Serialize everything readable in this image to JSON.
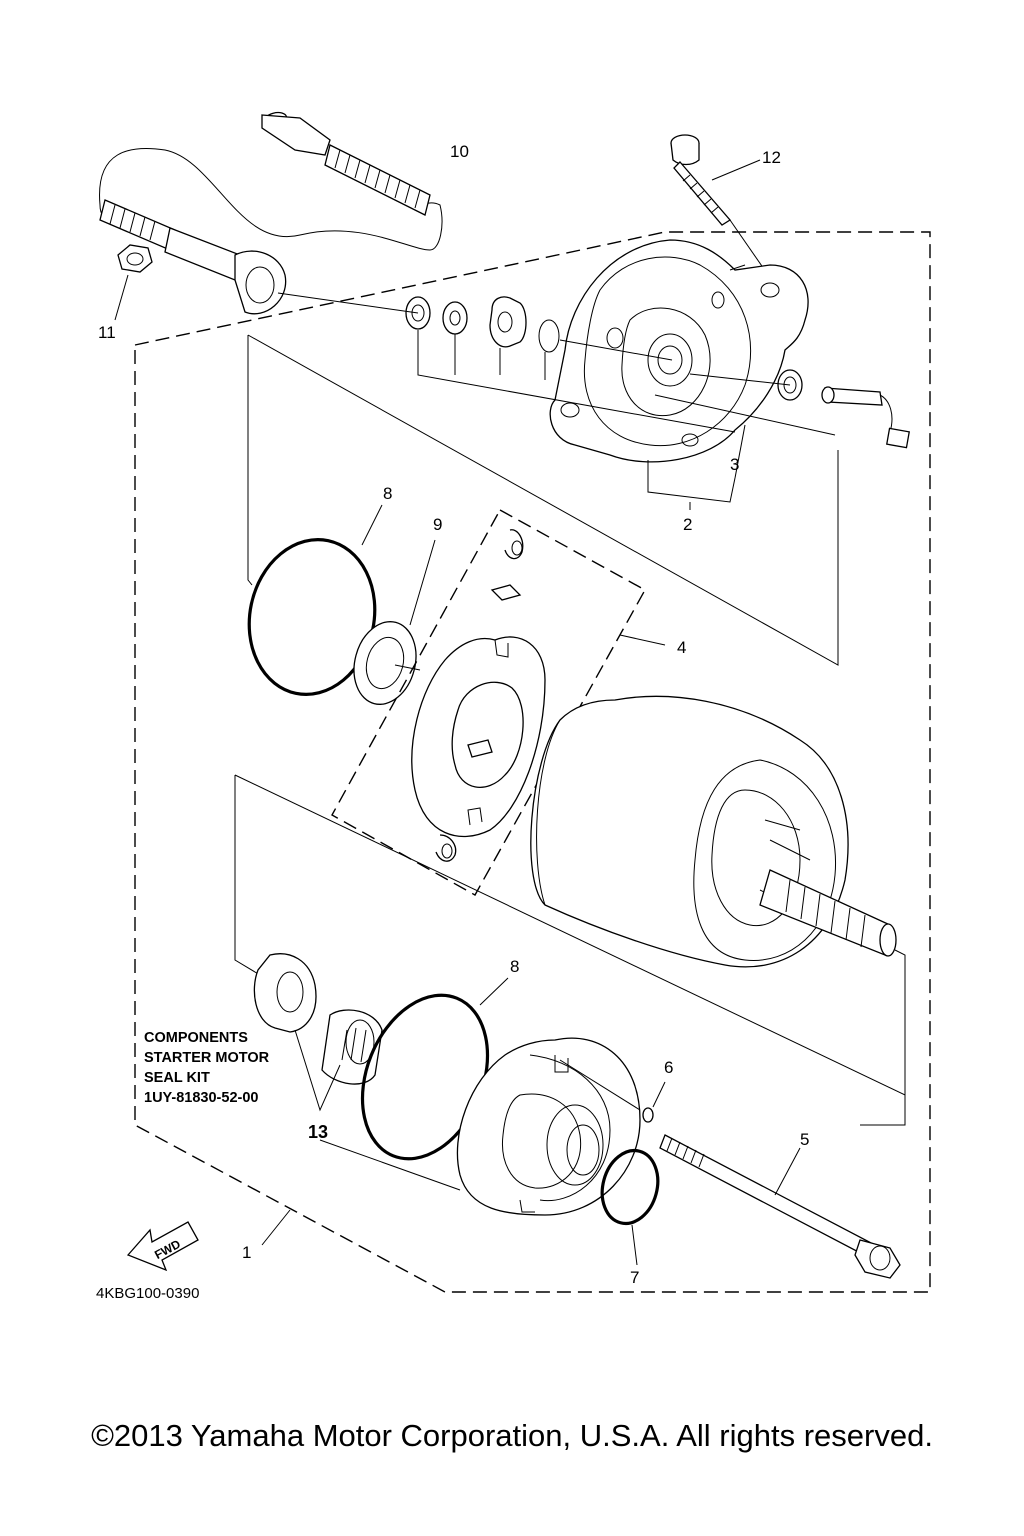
{
  "callouts": {
    "c1": "1",
    "c2": "2",
    "c3": "3",
    "c4": "4",
    "c5": "5",
    "c6": "6",
    "c7": "7",
    "c8a": "8",
    "c8b": "8",
    "c9": "9",
    "c10": "10",
    "c11": "11",
    "c12": "12",
    "c13": "13"
  },
  "kit_note": {
    "line1": "COMPONENTS",
    "line2": "STARTER MOTOR",
    "line3": "SEAL KIT",
    "line4": "1UY-81830-52-00"
  },
  "fwd_label": "FWD",
  "diagram_code": "4KBG100-0390",
  "copyright": "©2013 Yamaha Motor Corporation, U.S.A. All rights reserved."
}
